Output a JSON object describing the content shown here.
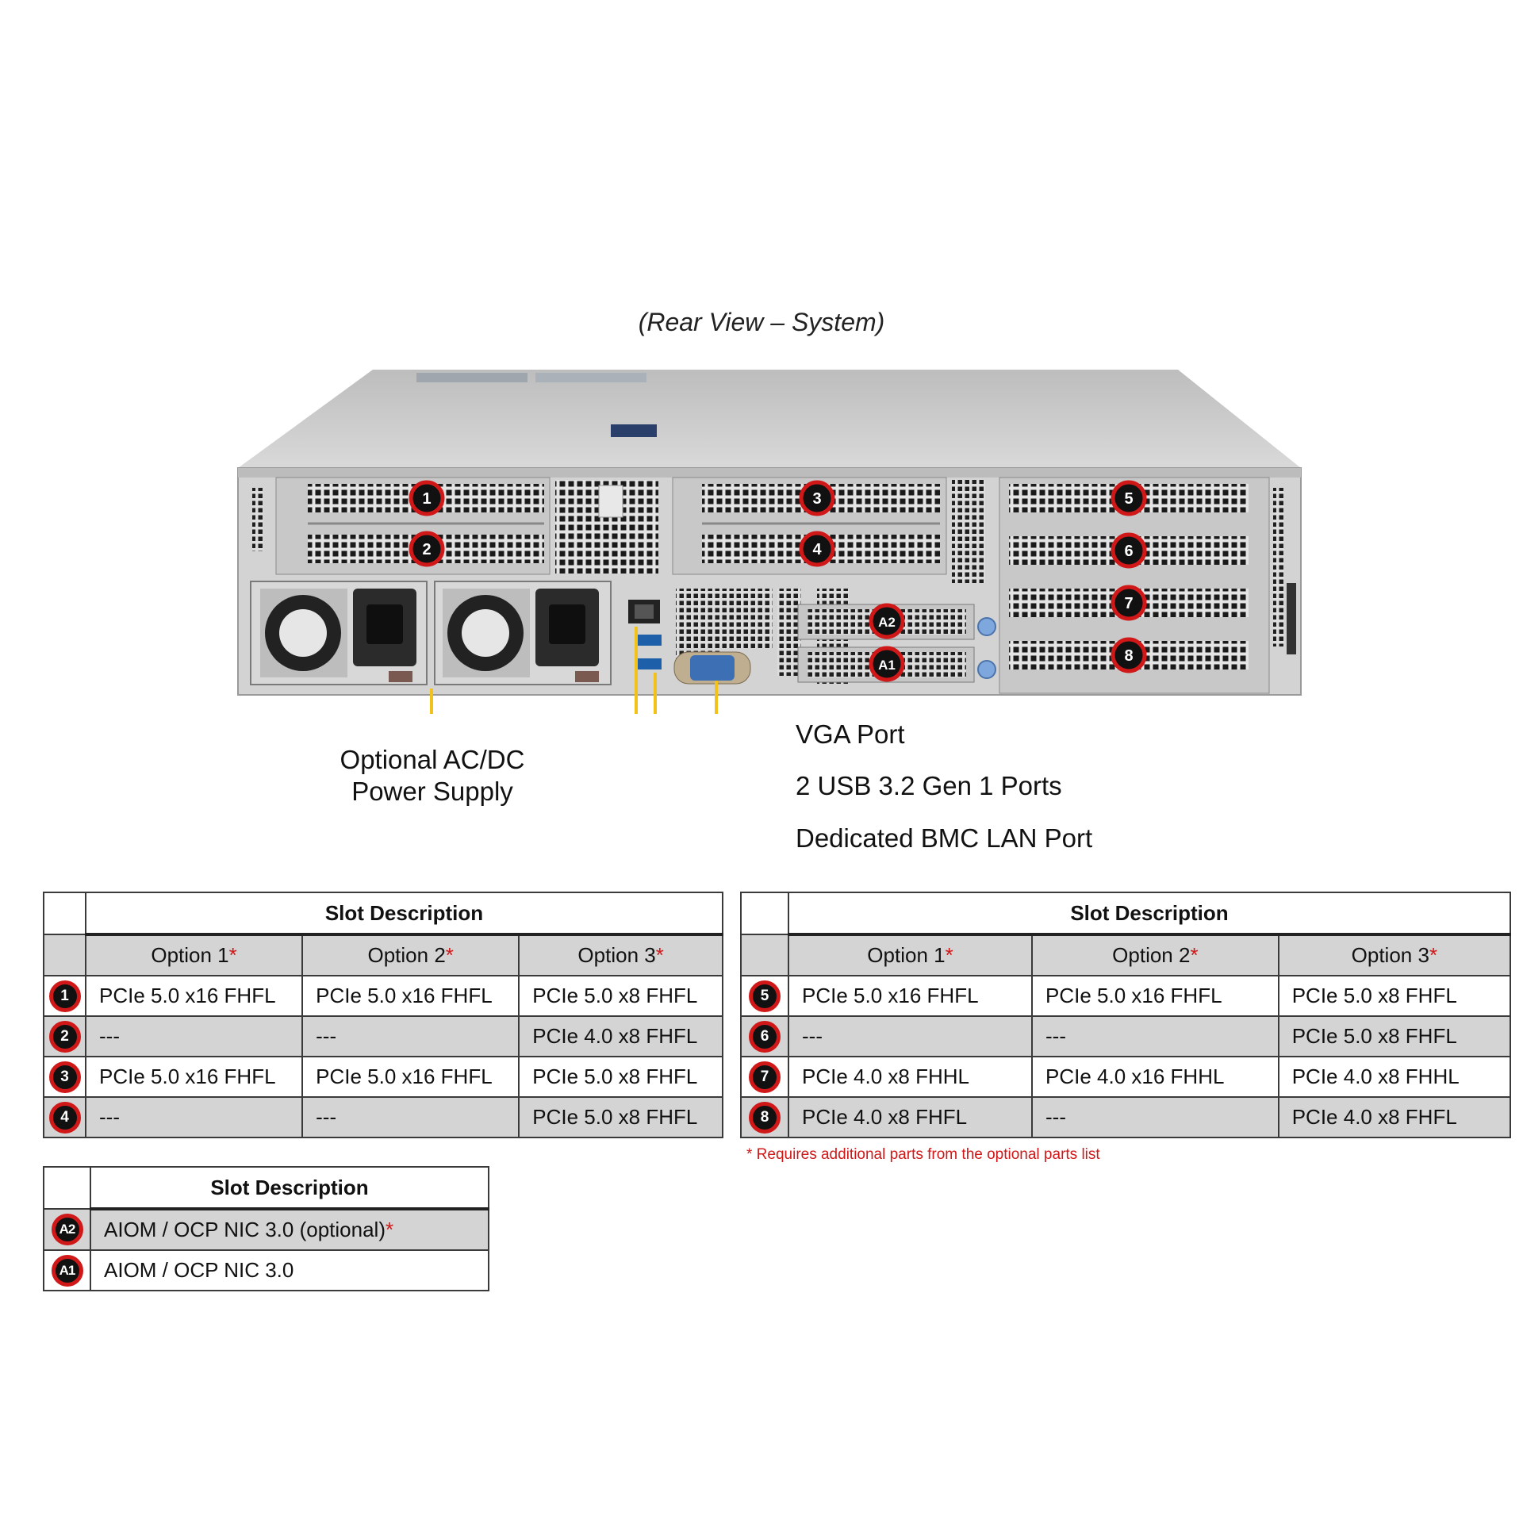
{
  "title": "(Rear View – System)",
  "callouts": {
    "psu_line1": "Optional AC/DC",
    "psu_line2": "Power Supply",
    "vga": "VGA Port",
    "usb": "2 USB 3.2 Gen 1 Ports",
    "bmc": "Dedicated BMC LAN Port"
  },
  "colors": {
    "callout_line": "#f2c21b",
    "badge_ring": "#d01818",
    "badge_fill": "#111111",
    "required_mark": "#d01818",
    "row_shade": "#d4d4d4"
  },
  "chassis_badges": [
    "1",
    "2",
    "3",
    "4",
    "5",
    "6",
    "7",
    "8",
    "A2",
    "A1"
  ],
  "table_left": {
    "header": "Slot Description",
    "options": [
      "Option 1",
      "Option 2",
      "Option 3"
    ],
    "required_mark": "*",
    "rows": [
      {
        "slot": "1",
        "values": [
          "PCIe 5.0 x16 FHFL",
          "PCIe 5.0 x16 FHFL",
          "PCIe 5.0 x8 FHFL"
        ]
      },
      {
        "slot": "2",
        "values": [
          "---",
          "---",
          "PCIe 4.0 x8 FHFL"
        ]
      },
      {
        "slot": "3",
        "values": [
          "PCIe 5.0 x16 FHFL",
          "PCIe 5.0 x16 FHFL",
          "PCIe 5.0 x8 FHFL"
        ]
      },
      {
        "slot": "4",
        "values": [
          "---",
          "---",
          "PCIe 5.0 x8 FHFL"
        ]
      }
    ]
  },
  "table_right": {
    "header": "Slot Description",
    "options": [
      "Option 1",
      "Option 2",
      "Option 3"
    ],
    "required_mark": "*",
    "rows": [
      {
        "slot": "5",
        "values": [
          "PCIe 5.0 x16 FHFL",
          "PCIe 5.0 x16 FHFL",
          "PCIe 5.0 x8 FHFL"
        ]
      },
      {
        "slot": "6",
        "values": [
          "---",
          "---",
          "PCIe 5.0 x8 FHFL"
        ]
      },
      {
        "slot": "7",
        "values": [
          "PCIe 4.0 x8 FHHL",
          "PCIe 4.0 x16 FHHL",
          "PCIe 4.0 x8 FHHL"
        ]
      },
      {
        "slot": "8",
        "values": [
          "PCIe 4.0 x8 FHFL",
          "---",
          "PCIe 4.0 x8 FHFL"
        ]
      }
    ]
  },
  "table_aiom": {
    "header": "Slot Description",
    "rows": [
      {
        "slot": "A2",
        "value": "AIOM / OCP NIC 3.0 (optional)",
        "required_mark": "*"
      },
      {
        "slot": "A1",
        "value": "AIOM / OCP NIC 3.0",
        "required_mark": ""
      }
    ]
  },
  "footnote": "* Requires additional parts from the optional parts list"
}
